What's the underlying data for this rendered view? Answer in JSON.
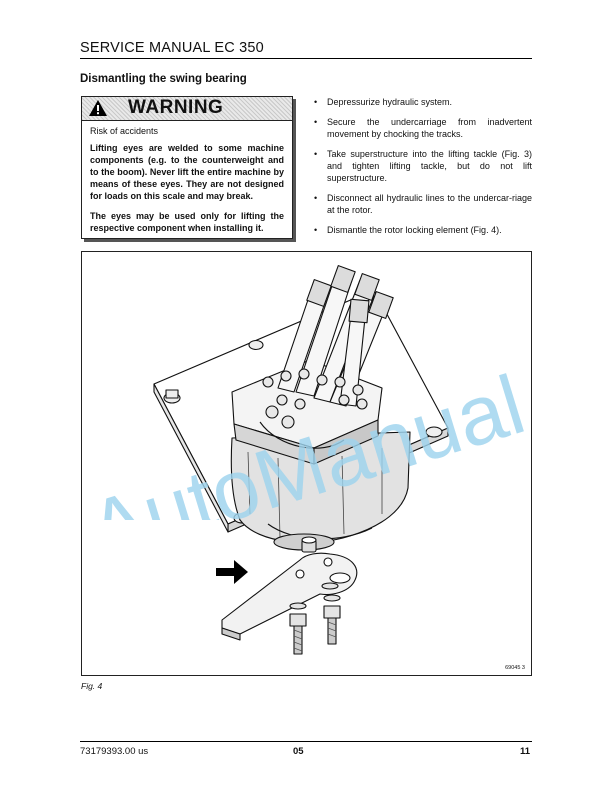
{
  "header": {
    "title": "SERVICE MANUAL EC 350"
  },
  "section": {
    "title": "Dismantling the swing bearing"
  },
  "warning": {
    "title": "WARNING",
    "subtitle": "Risk of accidents",
    "paragraph1": "Lifting eyes are welded to some machine components (e.g. to the counterweight and to the boom). Never lift the entire machine by means of these eyes. They are not designed for loads on this scale and may break.",
    "paragraph2": "The eyes may be used only for lifting the respective component when installing it.",
    "icon": "warning-triangle-icon"
  },
  "steps": [
    {
      "bullet": "•",
      "text": "Depressurize hydraulic system."
    },
    {
      "bullet": "•",
      "text": "Secure the undercarriage from inadvertent movement by chocking the tracks."
    },
    {
      "bullet": "•",
      "text": "Take superstructure into the lifting tackle (Fig. 3) and tighten lifting tackle, but do not lift superstructure."
    },
    {
      "bullet": "•",
      "text": "Disconnect all hydraulic lines to the undercar-riage at the rotor."
    },
    {
      "bullet": "•",
      "text": "Dismantle the rotor locking element (Fig. 4)."
    }
  ],
  "figure": {
    "code": "69045 3",
    "caption": "Fig. 4"
  },
  "watermark": {
    "text": "AutoManual",
    "color": "#9ed4ee"
  },
  "footer": {
    "doc_number": "73179393.00 us",
    "section": "05",
    "page": "11"
  }
}
